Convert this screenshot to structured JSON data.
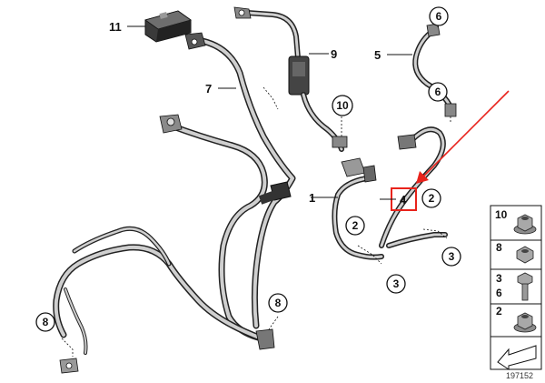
{
  "diagram": {
    "reference_number": "197152",
    "highlighted_label": "4",
    "highlight_color": "#e8231c",
    "plain_labels": {
      "l1": "1",
      "l4": "4",
      "l5": "5",
      "l7": "7",
      "l9": "9",
      "l11": "11"
    },
    "circled_labels": {
      "c2a": "2",
      "c2b": "2",
      "c3a": "3",
      "c3b": "3",
      "c6a": "6",
      "c6b": "6",
      "c8a": "8",
      "c8b": "8",
      "c10": "10"
    },
    "legend": [
      {
        "labels": [
          "10"
        ],
        "part": "flange-nut-icon"
      },
      {
        "labels": [
          "8"
        ],
        "part": "hex-nut-icon"
      },
      {
        "labels": [
          "3",
          "6"
        ],
        "part": "hex-bolt-icon"
      },
      {
        "labels": [
          "2"
        ],
        "part": "collar-nut-icon"
      }
    ]
  }
}
